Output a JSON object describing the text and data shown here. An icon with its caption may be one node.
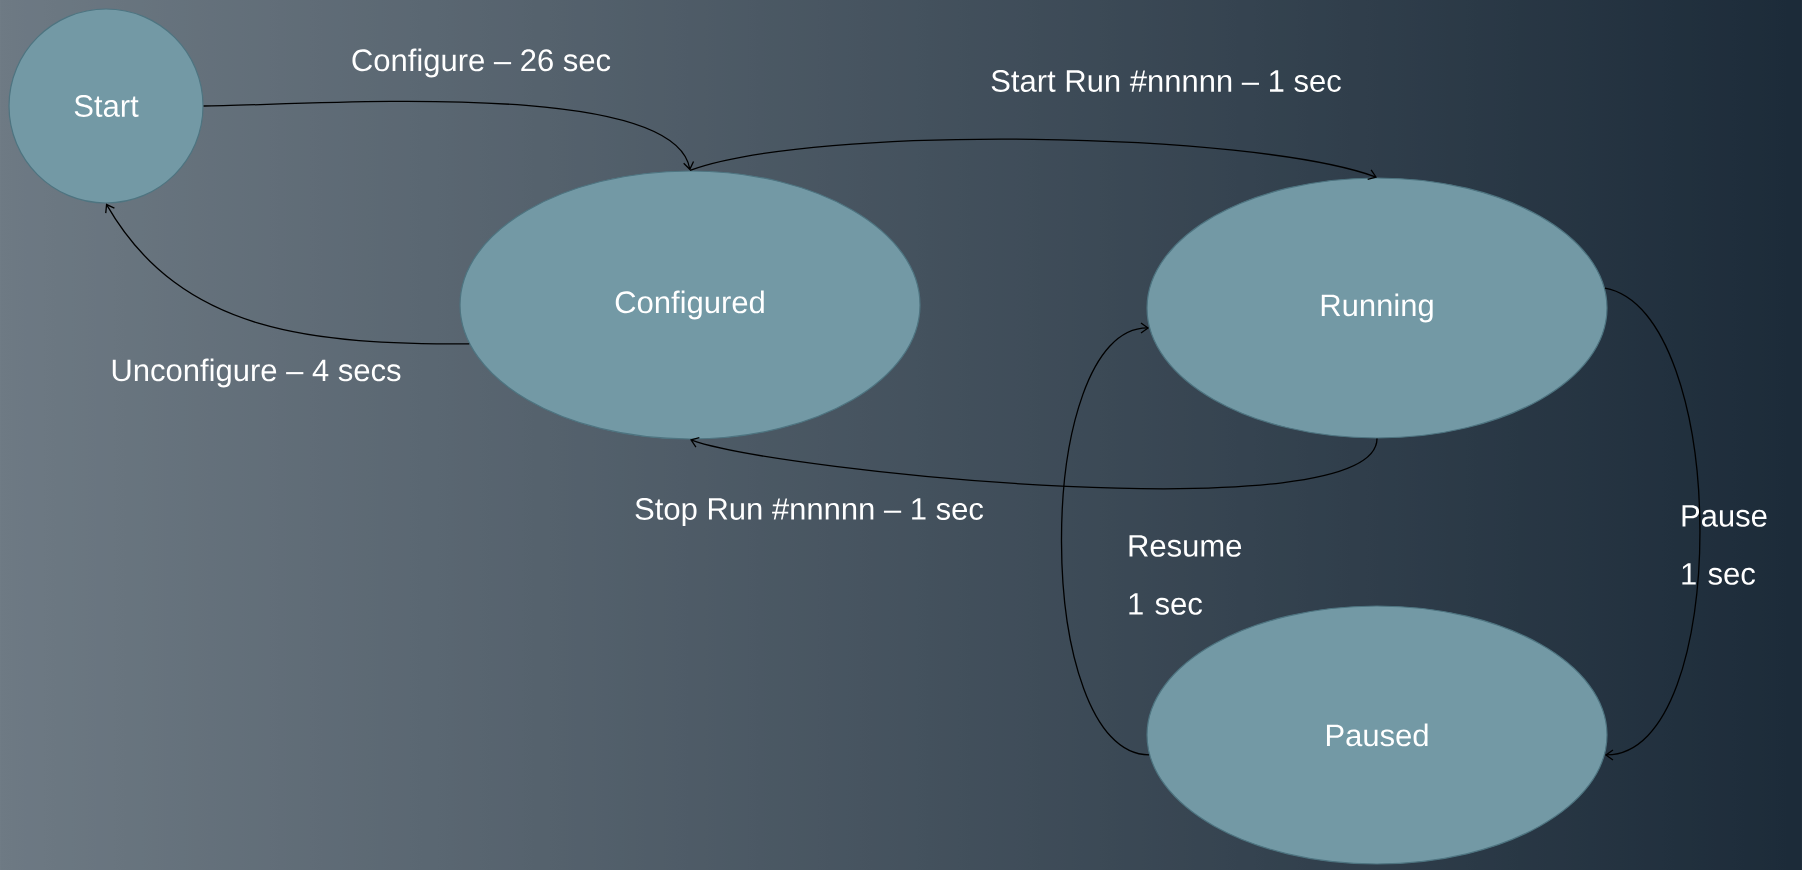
{
  "diagram": {
    "nodes": [
      {
        "text": [
          "Start"
        ]
      },
      {
        "text": [
          "Configured"
        ]
      },
      {
        "text": [
          "Running"
        ]
      },
      {
        "text": [
          "Paused"
        ]
      }
    ],
    "edges": [
      {
        "from": 0,
        "to": 1,
        "arrow": "to",
        "label": "Configure – 26 sec"
      },
      {
        "from": 1,
        "to": 0,
        "arrow": "to",
        "label": "Unconfigure – 4 secs"
      },
      {
        "from": 1,
        "to": 2,
        "arrow": "to",
        "label": "Start Run #nnnnn – 1 sec"
      },
      {
        "from": 2,
        "to": 1,
        "arrow": "to",
        "label": "Stop Run #nnnnn – 1 sec"
      },
      {
        "from": 2,
        "to": 3,
        "arrow": "to",
        "label": "Pause 1 sec"
      },
      {
        "from": 3,
        "to": 2,
        "arrow": "to",
        "label": "Resume 1 sec"
      }
    ]
  }
}
